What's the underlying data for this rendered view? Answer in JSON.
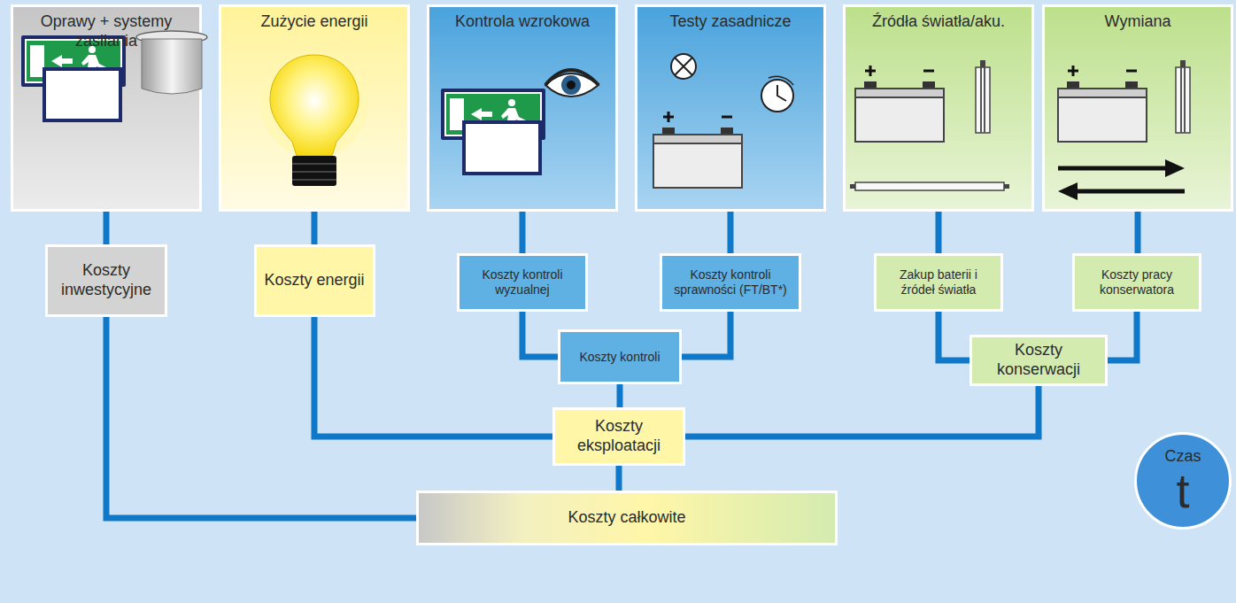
{
  "diagram": {
    "nodes": [
      {
        "text": [
          "Oprawy + systemy zasilania"
        ]
      },
      {
        "text": [
          "Zużycie energii"
        ]
      },
      {
        "text": [
          "Kontrola wzrokowa"
        ]
      },
      {
        "text": [
          "Testy zasadnicze"
        ]
      },
      {
        "text": [
          "Źródła światła/aku."
        ]
      },
      {
        "text": [
          "Wymiana"
        ]
      },
      {
        "text": [
          "Koszty inwestycyjne"
        ]
      },
      {
        "text": [
          "Koszty energii"
        ]
      },
      {
        "text": [
          "Koszty kontroli wyzualnej"
        ]
      },
      {
        "text": [
          "Koszty kontroli sprawności (FT/BT*)"
        ]
      },
      {
        "text": [
          "Zakup baterii i źródeł światła"
        ]
      },
      {
        "text": [
          "Koszty pracy konserwatora"
        ]
      },
      {
        "text": [
          "Koszty kontroli"
        ]
      },
      {
        "text": [
          "Koszty konserwacji"
        ]
      },
      {
        "text": [
          "Koszty eksploatacji"
        ]
      },
      {
        "text": [
          "Koszty całkowite"
        ]
      },
      {
        "text": [
          "Czas",
          "t"
        ]
      }
    ],
    "edges": [
      {
        "from": 0,
        "to": 6,
        "arrow": "none"
      },
      {
        "from": 1,
        "to": 7,
        "arrow": "none"
      },
      {
        "from": 2,
        "to": 8,
        "arrow": "none"
      },
      {
        "from": 3,
        "to": 9,
        "arrow": "none"
      },
      {
        "from": 4,
        "to": 10,
        "arrow": "none"
      },
      {
        "from": 5,
        "to": 11,
        "arrow": "none"
      },
      {
        "from": 8,
        "to": 12,
        "arrow": "none"
      },
      {
        "from": 9,
        "to": 12,
        "arrow": "none"
      },
      {
        "from": 10,
        "to": 13,
        "arrow": "none"
      },
      {
        "from": 11,
        "to": 13,
        "arrow": "none"
      },
      {
        "from": 7,
        "to": 14,
        "arrow": "none"
      },
      {
        "from": 12,
        "to": 14,
        "arrow": "none"
      },
      {
        "from": 13,
        "to": 14,
        "arrow": "none"
      },
      {
        "from": 6,
        "to": 15,
        "arrow": "none"
      },
      {
        "from": 14,
        "to": 15,
        "arrow": "none"
      }
    ]
  }
}
